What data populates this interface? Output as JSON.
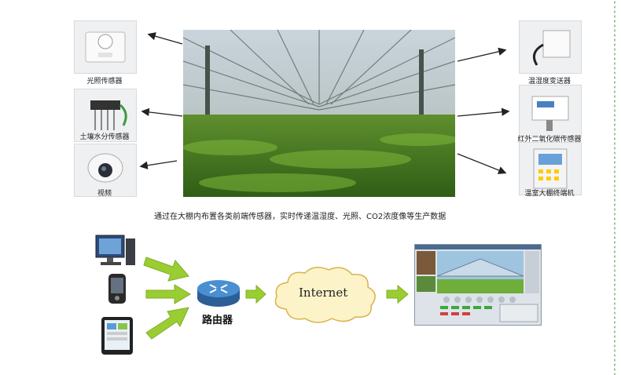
{
  "sensors_left": [
    {
      "label": "光照传感器",
      "icon": "light-sensor-icon"
    },
    {
      "label": "土壤水分传感器",
      "icon": "soil-moisture-sensor-icon"
    },
    {
      "label": "视频",
      "icon": "camera-icon"
    }
  ],
  "sensors_right": [
    {
      "label": "温湿度变送器",
      "icon": "temp-humidity-transmitter-icon"
    },
    {
      "label": "红外二氧化碳传感器",
      "icon": "co2-sensor-icon"
    },
    {
      "label": "温室大棚终端机",
      "icon": "greenhouse-terminal-icon"
    }
  ],
  "caption": "通过在大棚内布置各类前端传感器，实时传递温湿度、光照、CO2浓度像等生产数据",
  "network": {
    "router_label": "路由器",
    "cloud_label": "Internet"
  },
  "colors": {
    "arrow_green": "#9acd32",
    "router_blue": "#3a78b8",
    "cloud_fill": "#fdf3c8",
    "cloud_stroke": "#d9b24a",
    "dots": "#9cc09a"
  }
}
